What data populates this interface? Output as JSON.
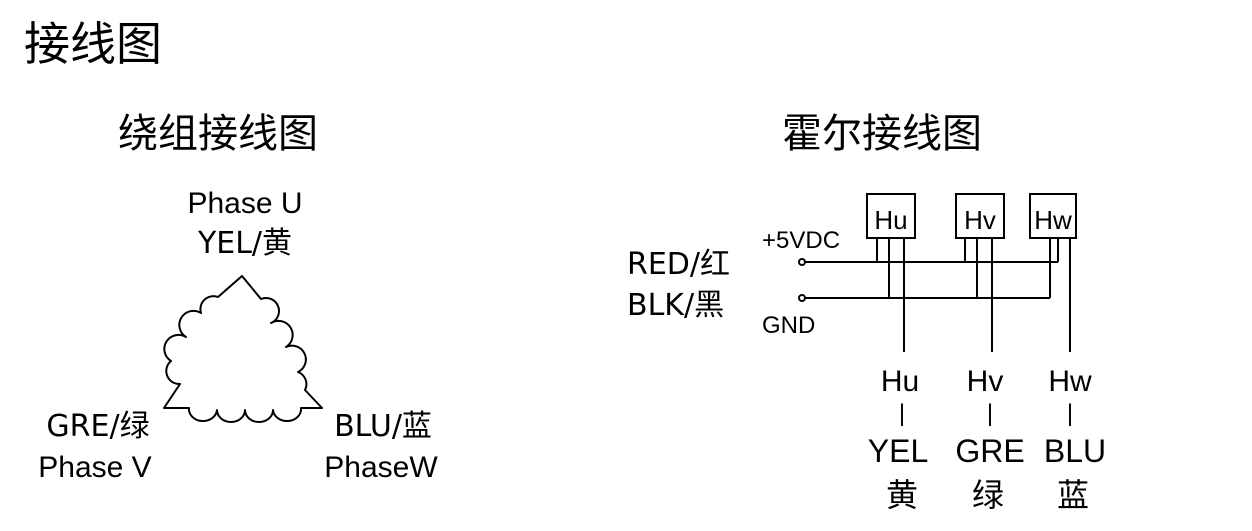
{
  "page_title": "接线图",
  "winding": {
    "title": "绕组接线图",
    "phase_u": {
      "name": "Phase U",
      "color": "YEL/黄"
    },
    "phase_v": {
      "name": "Phase V",
      "color": "GRE/绿"
    },
    "phase_w": {
      "name": "PhaseW",
      "color": "BLU/蓝"
    }
  },
  "hall": {
    "title": "霍尔接线图",
    "power_label": "+5VDC",
    "ground_label": "GND",
    "power_wire": "RED/红",
    "ground_wire": "BLK/黑",
    "sensors": [
      {
        "box": "Hu",
        "output": "Hu",
        "sep": "|",
        "wire": "YEL",
        "wire_cn": "黄"
      },
      {
        "box": "Hv",
        "output": "Hv",
        "sep": "|",
        "wire": "GRE",
        "wire_cn": "绿"
      },
      {
        "box": "Hw",
        "output": "Hw",
        "sep": "|",
        "wire": "BLU",
        "wire_cn": "蓝"
      }
    ]
  }
}
